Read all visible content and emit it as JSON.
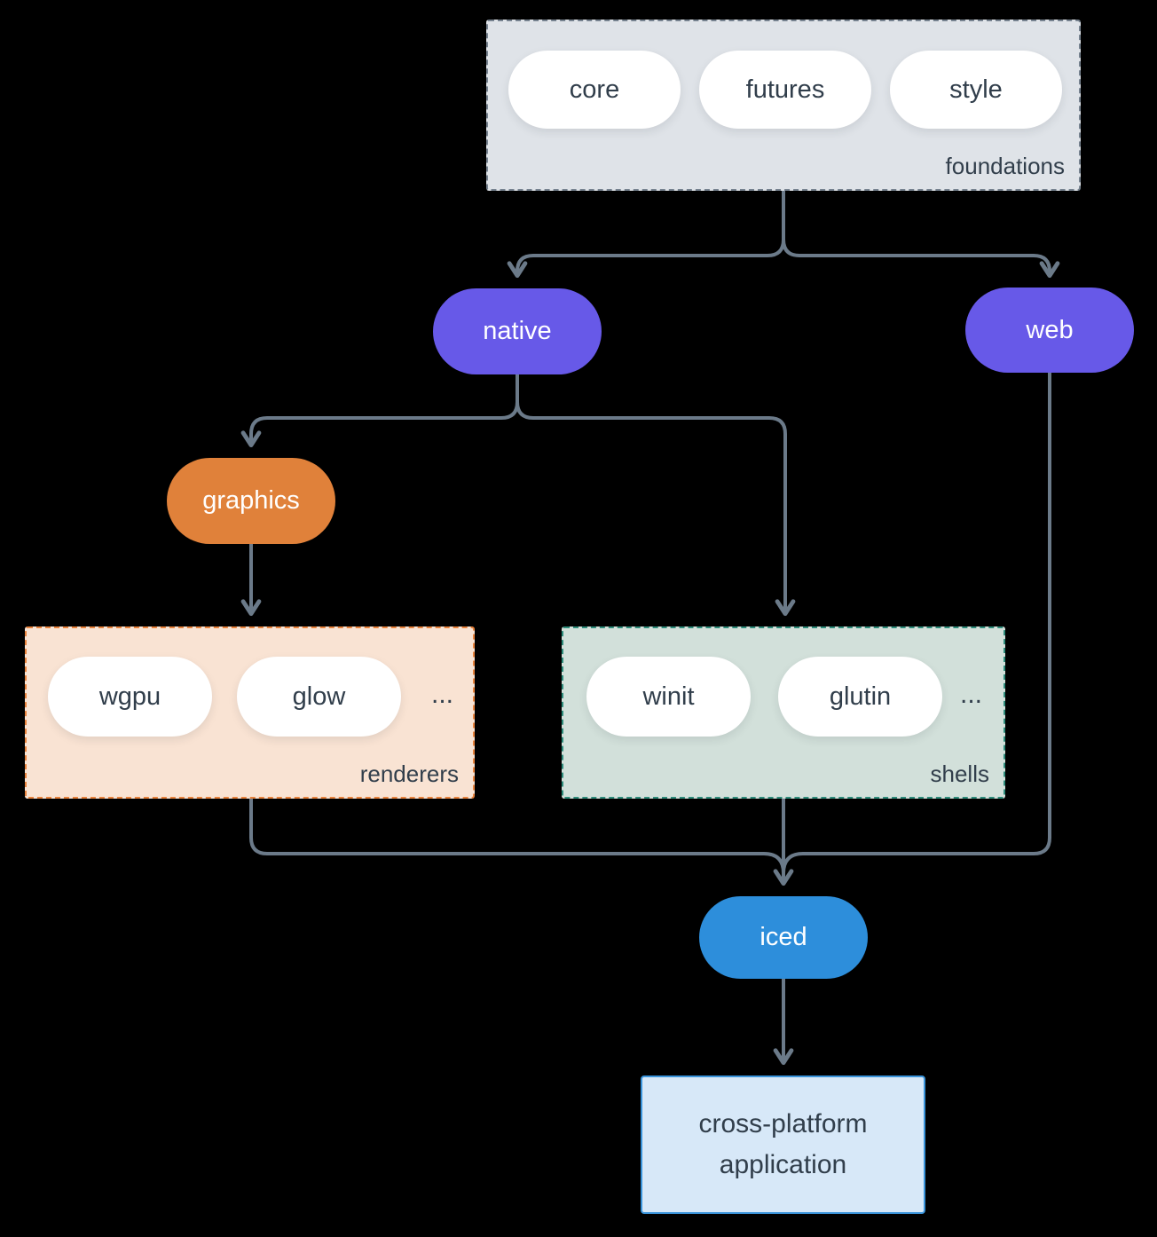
{
  "colors": {
    "background": "#000000",
    "arrow": "#6B7A89",
    "text_dark": "#313E4B",
    "node_purple": "#6759E8",
    "node_orange": "#E0813A",
    "node_blue": "#2D8EDB",
    "foundations_fill": "#DFE3E8",
    "foundations_border": "#76828F",
    "renderers_fill": "#F9E3D3",
    "renderers_border": "#E8823C",
    "shells_fill": "#D2E0DA",
    "shells_border": "#2E8C7B",
    "app_fill": "#D7E8F8",
    "app_border": "#3A94DB"
  },
  "foundations": {
    "label": "foundations",
    "pills": [
      "core",
      "futures",
      "style"
    ]
  },
  "nodes": {
    "native": "native",
    "web": "web",
    "graphics": "graphics",
    "iced": "iced"
  },
  "renderers": {
    "label": "renderers",
    "pills": [
      "wgpu",
      "glow"
    ],
    "ellipsis": "..."
  },
  "shells": {
    "label": "shells",
    "pills": [
      "winit",
      "glutin"
    ],
    "ellipsis": "..."
  },
  "app": {
    "label": "cross-platform application"
  }
}
